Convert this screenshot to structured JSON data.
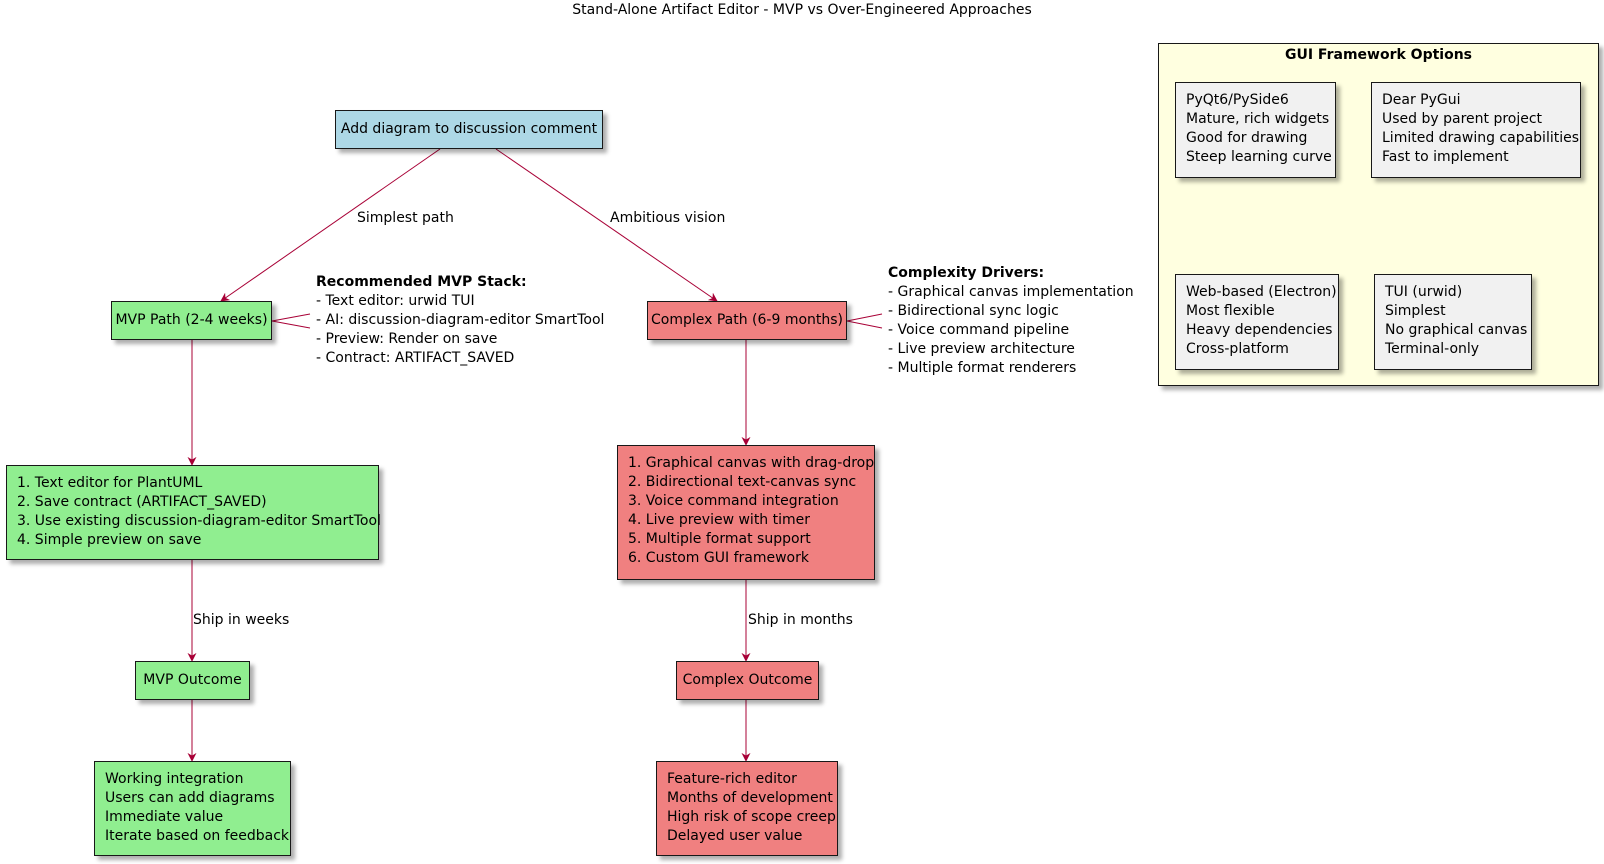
{
  "title": "Stand-Alone Artifact Editor - MVP vs Over-Engineered Approaches",
  "colors": {
    "start": "#add8e6",
    "mvp": "#90ee90",
    "complex": "#f08080",
    "note": "#fbfb77",
    "framework_box": "#f1f1f1",
    "frame": "#ffffe0",
    "edge": "#a80036"
  },
  "nodes": {
    "start": {
      "text": "Add diagram to discussion comment"
    },
    "mvp_path": {
      "text": "MVP Path (2-4 weeks)"
    },
    "complex_path": {
      "text": "Complex Path (6-9 months)"
    },
    "mvp_steps": {
      "lines": [
        "1. Text editor for PlantUML",
        "2. Save contract (ARTIFACT_SAVED)",
        "3. Use existing discussion-diagram-editor SmartTool",
        "4. Simple preview on save"
      ]
    },
    "complex_steps": {
      "lines": [
        "1. Graphical canvas with drag-drop",
        "2. Bidirectional text-canvas sync",
        "3. Voice command integration",
        "4. Live preview with timer",
        "5. Multiple format support",
        "6. Custom GUI framework"
      ]
    },
    "mvp_outcome": {
      "text": "MVP Outcome"
    },
    "complex_outcome": {
      "text": "Complex Outcome"
    },
    "mvp_result": {
      "lines": [
        "Working integration",
        "Users can add diagrams",
        "Immediate value",
        "Iterate based on feedback"
      ]
    },
    "complex_result": {
      "lines": [
        "Feature-rich editor",
        "Months of development",
        "High risk of scope creep",
        "Delayed user value"
      ]
    }
  },
  "edge_labels": {
    "simplest": "Simplest path",
    "ambitious": "Ambitious vision",
    "ship_weeks": "Ship in weeks",
    "ship_months": "Ship in months"
  },
  "notes": {
    "mvp_stack": {
      "heading": "Recommended MVP Stack:",
      "lines": [
        "- Text editor: urwid TUI",
        "- AI: discussion-diagram-editor SmartTool",
        "- Preview: Render on save",
        "- Contract: ARTIFACT_SAVED"
      ]
    },
    "complexity": {
      "heading": "Complexity Drivers:",
      "lines": [
        "- Graphical canvas implementation",
        "- Bidirectional sync logic",
        "- Voice command pipeline",
        "- Live preview architecture",
        "- Multiple format renderers"
      ]
    }
  },
  "gui_frame": {
    "title": "GUI Framework Options",
    "options": [
      {
        "lines": [
          "PyQt6/PySide6",
          "Mature, rich widgets",
          "Good for drawing",
          "Steep learning curve"
        ]
      },
      {
        "lines": [
          "Dear PyGui",
          "Used by parent project",
          "Limited drawing capabilities",
          "Fast to implement"
        ]
      },
      {
        "lines": [
          "Web-based (Electron)",
          "Most flexible",
          "Heavy dependencies",
          "Cross-platform"
        ]
      },
      {
        "lines": [
          "TUI (urwid)",
          "Simplest",
          "No graphical canvas",
          "Terminal-only"
        ]
      }
    ]
  }
}
